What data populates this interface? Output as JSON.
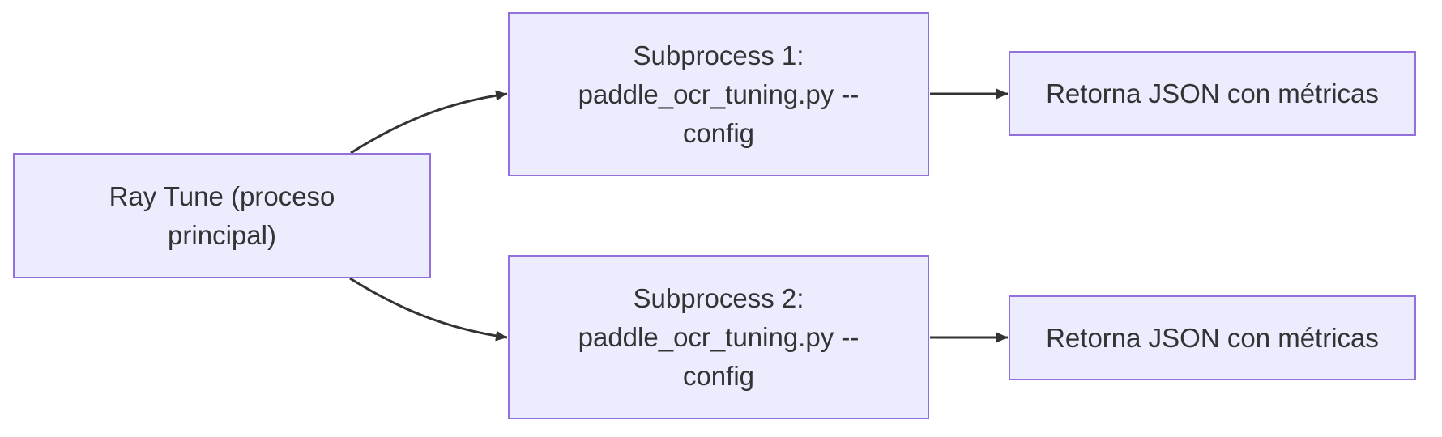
{
  "diagram_type": "flowchart-left-to-right",
  "colors": {
    "background": "#FFFFFF",
    "node_fill": "#ECECFF",
    "node_border": "#9370DB",
    "text": "#333333",
    "edge": "#333333"
  },
  "nodes": {
    "ray_tune": {
      "label": "Ray Tune (proceso\nprincipal)"
    },
    "subprocess1": {
      "label": "Subprocess 1:\npaddle_ocr_tuning.py --\nconfig"
    },
    "subprocess2": {
      "label": "Subprocess 2:\npaddle_ocr_tuning.py --\nconfig"
    },
    "result1": {
      "label": "Retorna JSON con métricas"
    },
    "result2": {
      "label": "Retorna JSON con métricas"
    }
  },
  "edges": [
    {
      "from": "ray_tune",
      "to": "subprocess1"
    },
    {
      "from": "ray_tune",
      "to": "subprocess2"
    },
    {
      "from": "subprocess1",
      "to": "result1"
    },
    {
      "from": "subprocess2",
      "to": "result2"
    }
  ]
}
